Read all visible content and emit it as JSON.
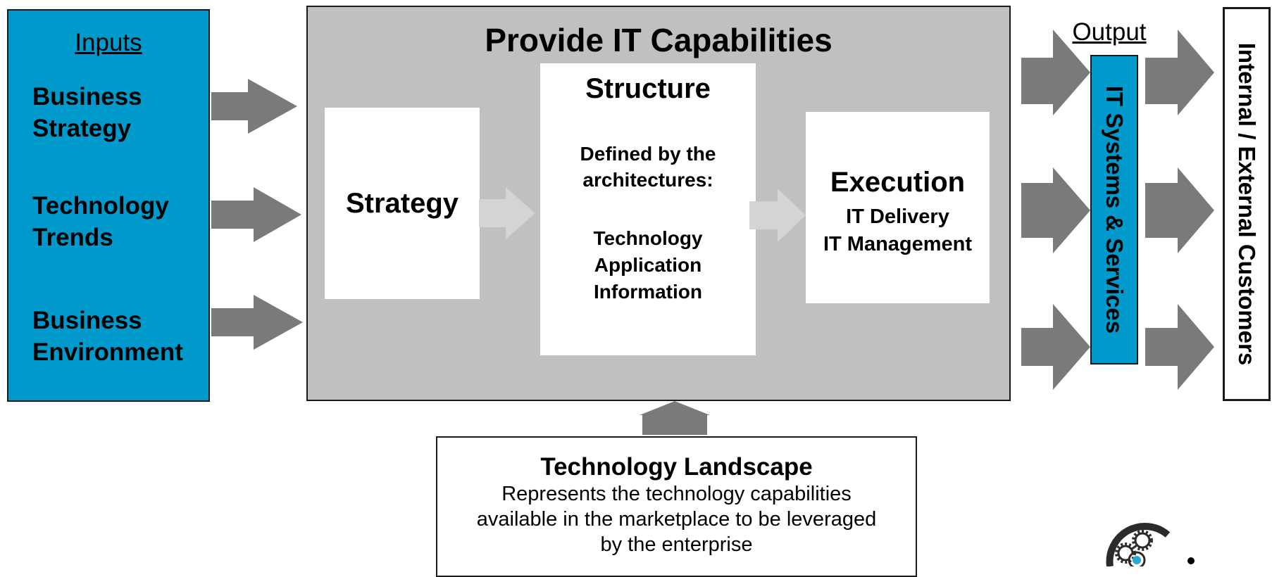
{
  "inputs": {
    "title": "Inputs",
    "items": [
      {
        "line1": "Business",
        "line2": "Strategy"
      },
      {
        "line1": "Technology",
        "line2": "Trends"
      },
      {
        "line1": "Business",
        "line2": "Environment"
      }
    ]
  },
  "capabilities": {
    "title": "Provide IT Capabilities",
    "strategy": {
      "label": "Strategy"
    },
    "structure": {
      "title": "Structure",
      "description_line1": "Defined by the",
      "description_line2": "architectures:",
      "items": [
        "Technology",
        "Application",
        "Information"
      ]
    },
    "execution": {
      "title": "Execution",
      "items": [
        "IT Delivery",
        "IT Management"
      ]
    }
  },
  "output": {
    "title": "Output",
    "label": "IT Systems & Services"
  },
  "customers": {
    "label": "Internal / External Customers"
  },
  "landscape": {
    "title": "Technology Landscape",
    "lines": [
      "Represents the technology capabilities",
      "available in the marketplace to be leveraged",
      "by the enterprise"
    ]
  },
  "colors": {
    "input_panel": "#0099cc",
    "main_panel": "#c0c0c0",
    "arrow_dark": "#7a7a7a",
    "arrow_light": "#d4d4d4",
    "logo_accent": "#2aa8d8"
  },
  "icons": {
    "logo": "gear-cluster-icon"
  }
}
